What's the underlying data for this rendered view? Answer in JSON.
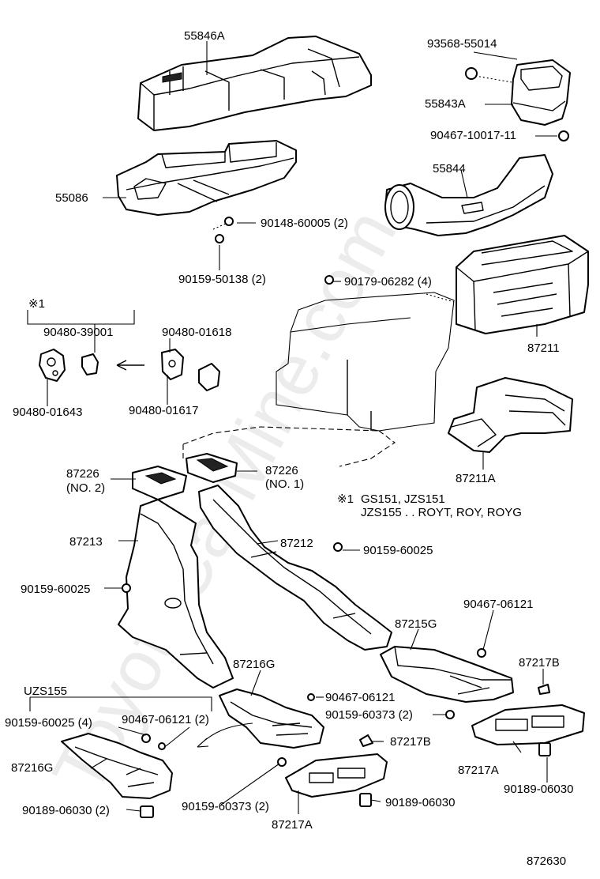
{
  "watermark": "ToyotaCarMine.com",
  "diagram_id": "872630",
  "footnote": {
    "mark": "※1",
    "line1": "GS151, JZS151",
    "line2": "JZS155 . . ROYT, ROY, ROYG"
  },
  "group_labels": {
    "note_mark": "※1",
    "uzs155": "UZS155"
  },
  "labels": {
    "p55846A": "55846A",
    "p93568": "93568-55014",
    "p55843A": "55843A",
    "p90467_10017": "90467-10017-11",
    "p55844": "55844",
    "p55086": "55086",
    "p90148": "90148-60005 (2)",
    "p90159_50138": "90159-50138 (2)",
    "p90179": "90179-06282 (4)",
    "p90480_39001": "90480-39001",
    "p90480_01618": "90480-01618",
    "p90480_01643": "90480-01643",
    "p90480_01617": "90480-01617",
    "p87211": "87211",
    "p87211A": "87211A",
    "p87226_2": "87226",
    "p87226_2_sub": "(NO. 2)",
    "p87226_1": "87226",
    "p87226_1_sub": "(NO. 1)",
    "p87213": "87213",
    "p87212": "87212",
    "p90159_60025_a": "90159-60025",
    "p90159_60025_b": "90159-60025",
    "p90467_06121_a": "90467-06121",
    "p87215G": "87215G",
    "p87216G": "87216G",
    "p87217B_a": "87217B",
    "p90467_06121_b": "90467-06121",
    "p90159_60373_a": "90159-60373 (2)",
    "p87217B_b": "87217B",
    "p87217A_a": "87217A",
    "p90189_06030_a": "90189-06030",
    "p90159_60025_4": "90159-60025 (4)",
    "p90467_06121_2": "90467-06121 (2)",
    "p87216G_b": "87216G",
    "p90189_06030_2": "90189-06030 (2)",
    "p90159_60373_b": "90159-60373 (2)",
    "p90189_06030_b": "90189-06030",
    "p87217A_b": "87217A"
  }
}
